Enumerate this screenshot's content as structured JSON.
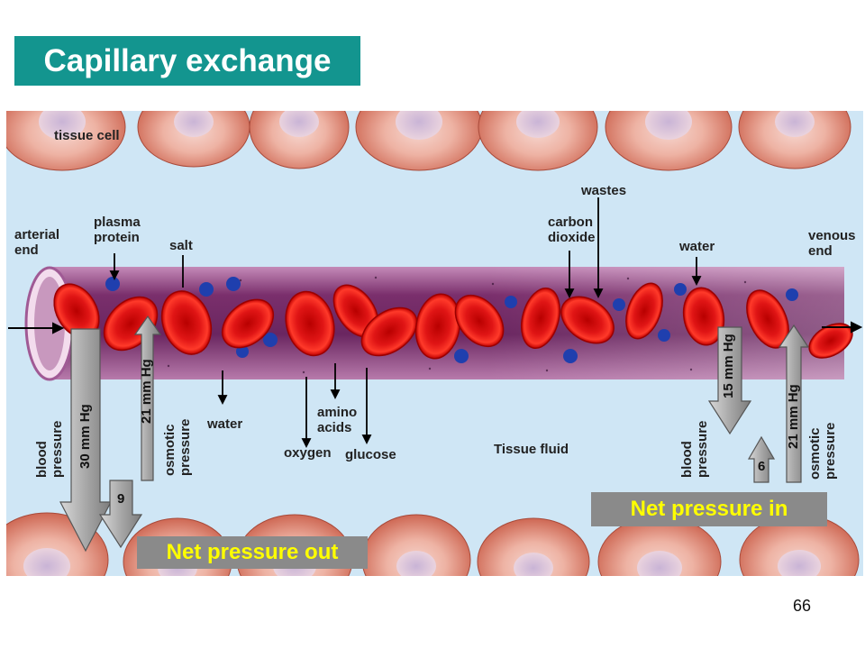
{
  "title": "Capillary exchange",
  "page_number": "66",
  "labels": {
    "tissue_cell": "tissue cell",
    "arterial_end_1": "arterial",
    "arterial_end_2": "end",
    "plasma_protein_1": "plasma",
    "plasma_protein_2": "protein",
    "salt": "salt",
    "wastes": "wastes",
    "carbon_dioxide_1": "carbon",
    "carbon_dioxide_2": "dioxide",
    "water_top": "water",
    "venous_end_1": "venous",
    "venous_end_2": "end",
    "water_bottom": "water",
    "amino_acids_1": "amino",
    "amino_acids_2": "acids",
    "oxygen": "oxygen",
    "glucose": "glucose",
    "tissue_fluid": "Tissue fluid",
    "blood_pressure_1": "blood",
    "blood_pressure_2": "pressure",
    "osmotic_pressure_1": "osmotic",
    "osmotic_pressure_2": "pressure"
  },
  "arrows": {
    "left_down": "30 mm Hg",
    "left_up": "21 mm Hg",
    "left_net": "9",
    "right_down": "15 mm Hg",
    "right_up": "21 mm Hg",
    "right_net": "6"
  },
  "net": {
    "out": "Net pressure out",
    "in": "Net pressure in"
  },
  "colors": {
    "title_bg": "#13958f",
    "tissue_bg": "#cfe6f5",
    "vessel": "#8a3a78",
    "rbc": "#e01010",
    "net_text": "#ffff00",
    "net_bg": "#8a8a8a"
  }
}
